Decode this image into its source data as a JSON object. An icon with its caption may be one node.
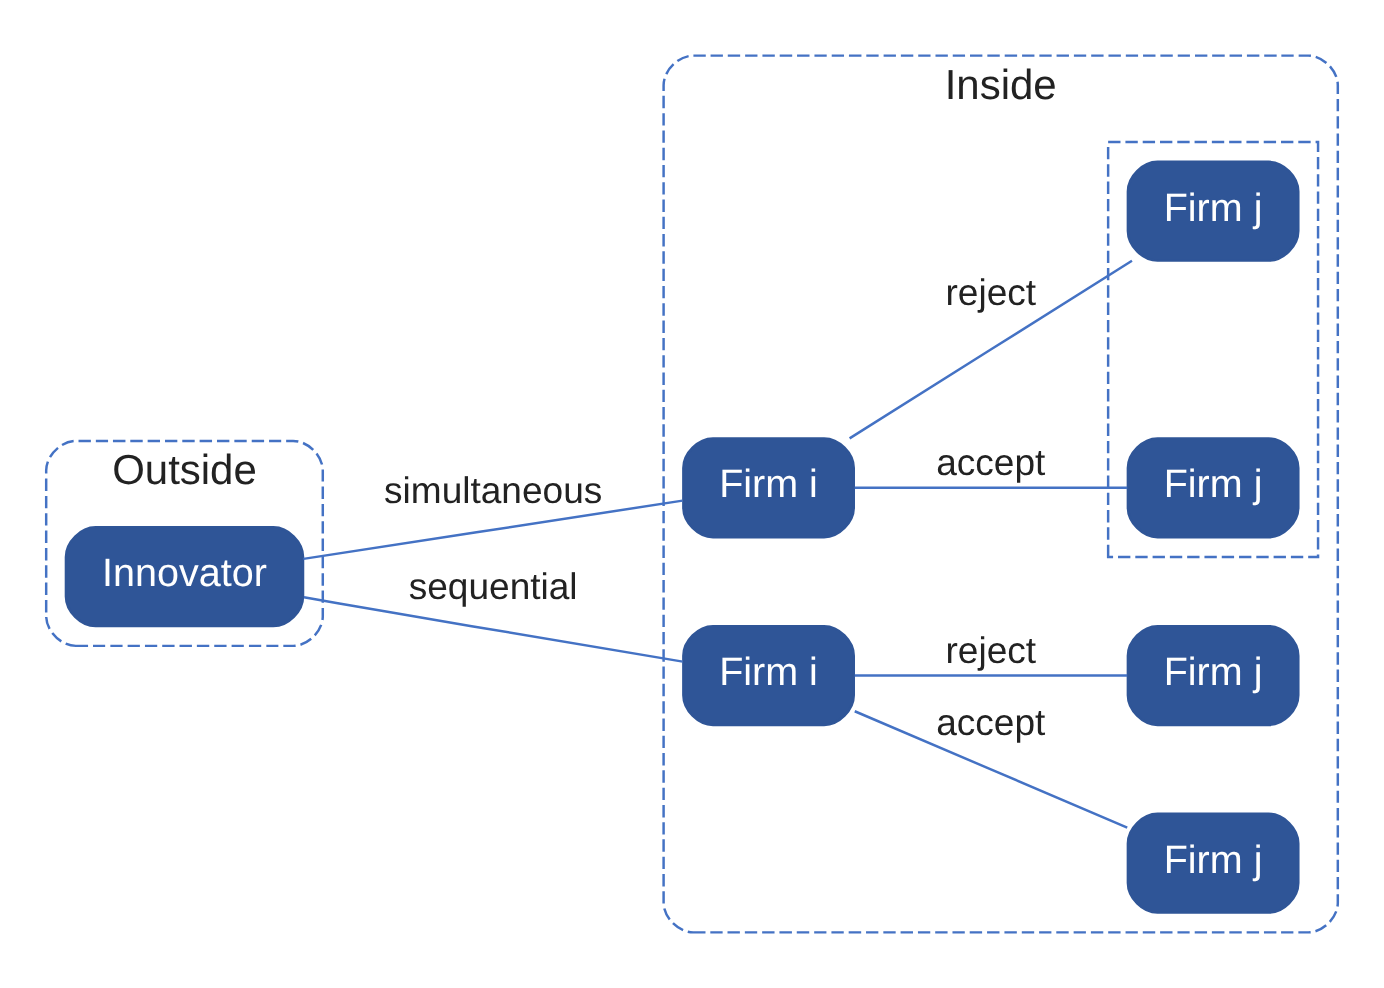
{
  "diagram": {
    "nodes": [
      {
        "text": [
          "Outside"
        ]
      },
      {
        "text": [
          "Innovator"
        ],
        "in": 0
      },
      {
        "text": [
          "Inside"
        ]
      },
      {
        "text": [
          "Firm i"
        ],
        "in": 2
      },
      {
        "text": [],
        "shape": "box",
        "in": 2
      },
      {
        "text": [
          "Firm j"
        ],
        "in": 4
      },
      {
        "text": [
          "Firm j"
        ],
        "in": 4
      },
      {
        "text": [
          "Firm i"
        ],
        "in": 2
      },
      {
        "text": [
          "Firm j"
        ],
        "in": 2
      },
      {
        "text": [
          "Firm j"
        ],
        "in": 2
      }
    ],
    "edges": [
      {
        "from": 1,
        "to": 3,
        "arrow": "none",
        "label": "simultaneous"
      },
      {
        "from": 1,
        "to": 7,
        "arrow": "none",
        "label": "sequential"
      },
      {
        "from": 3,
        "to": 5,
        "arrow": "none",
        "label": "accept"
      },
      {
        "from": 3,
        "to": 6,
        "arrow": "none",
        "label": "reject"
      },
      {
        "from": 7,
        "to": 8,
        "arrow": "none",
        "label": "accept"
      },
      {
        "from": 7,
        "to": 9,
        "arrow": "none",
        "label": "reject"
      }
    ]
  }
}
